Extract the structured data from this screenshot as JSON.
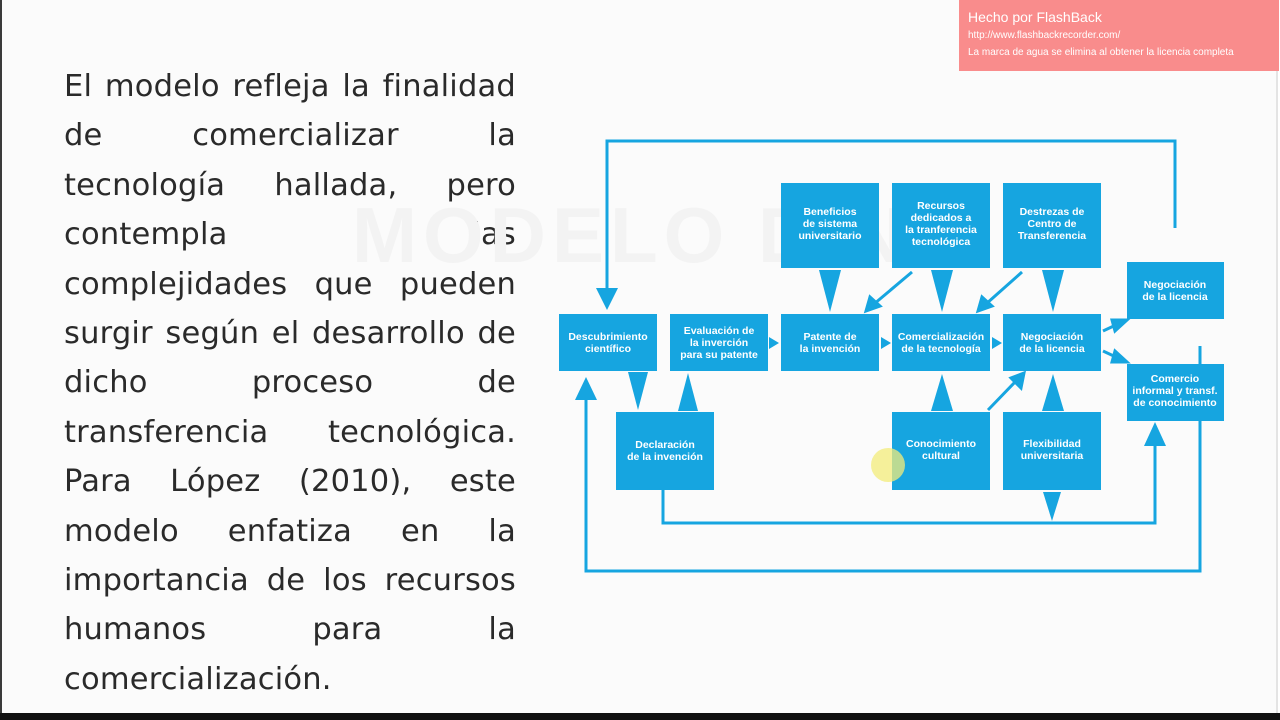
{
  "paragraph": [
    "El modelo refleja la finalidad de comercializar la tecnología hallada, pero contempla las complejidades que pueden surgir según el desarrollo de dicho proceso de transferencia tecnológica. Para López (2010), este modelo enfatiza en la importancia de los recursos humanos para la comercialización."
  ],
  "watermark": {
    "title": "Hecho por FlashBack",
    "url": "http://www.flashbackrecorder.com/",
    "note": "La marca de agua se elimina al obtener la licencia completa"
  },
  "diagram": {
    "ghost_title": "MODELO DINÁ",
    "color": "#16a5e0",
    "boxes": {
      "descubrimiento": [
        "Descubrimiento",
        "científico"
      ],
      "evaluacion": [
        "Evaluación de",
        "la inverción",
        "para su patente"
      ],
      "patente": [
        "Patente de",
        "la invención"
      ],
      "comercializacion": [
        "Comercialización",
        "de la tecnología"
      ],
      "negociacion_mid": [
        "Negociación",
        "de la licencia"
      ],
      "beneficios": [
        "Beneficios",
        "de sistema",
        "universitario"
      ],
      "recursos": [
        "Recursos",
        "dedicados a",
        "la tranferencia",
        "tecnológica"
      ],
      "destrezas": [
        "Destrezas de",
        "Centro de",
        "Transferencia"
      ],
      "negociacion_right": [
        "Negociación",
        "de la licencia"
      ],
      "comercio": [
        "Comercio",
        "informal y transf.",
        "de conocimiento"
      ],
      "declaracion": [
        "Declaración",
        "de la invención"
      ],
      "conocimiento": [
        "Conocimiento",
        "cultural"
      ],
      "flexibilidad": [
        "Flexibilidad",
        "universitaria"
      ]
    }
  }
}
